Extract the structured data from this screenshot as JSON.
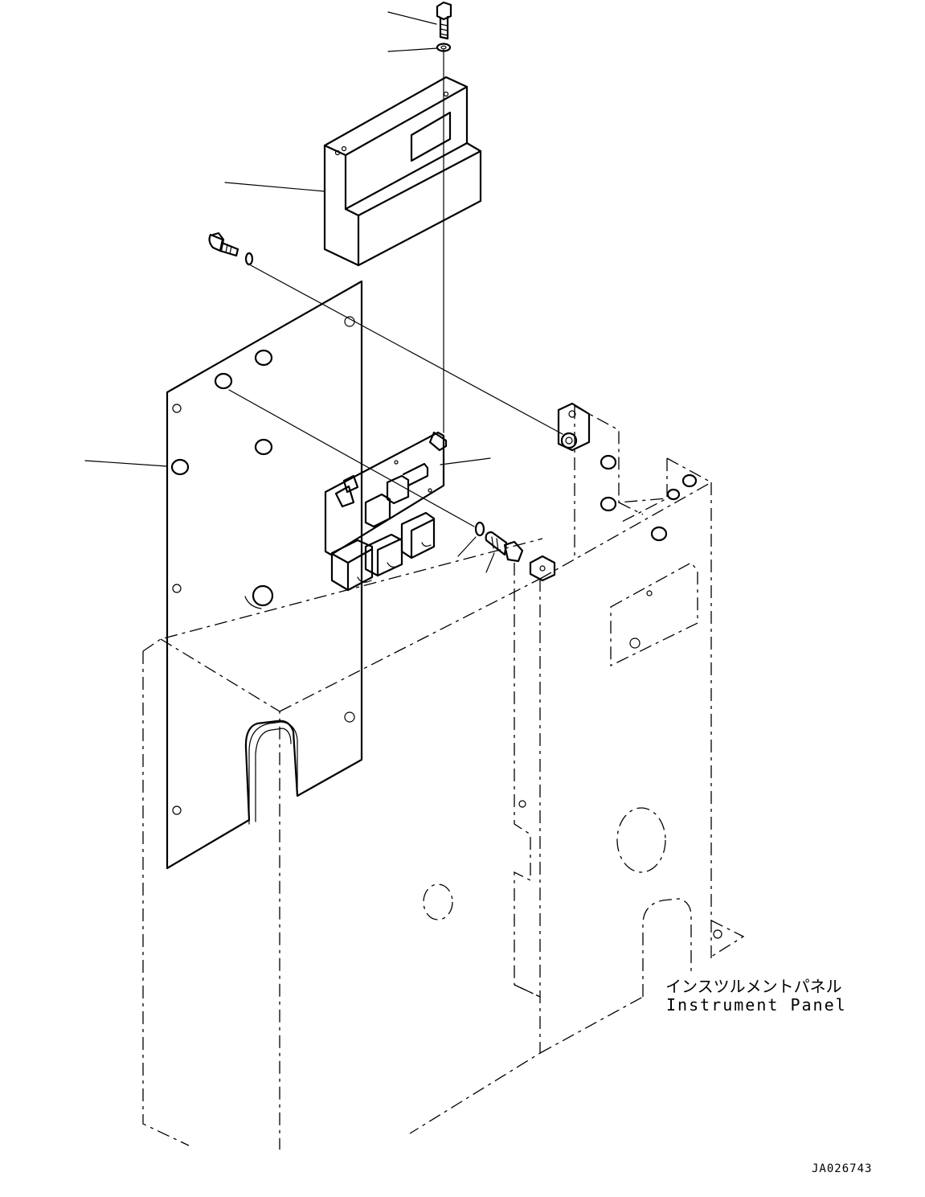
{
  "labels": {
    "panel_jp": "インスツルメントパネル",
    "panel_en": "Instrument Panel",
    "drawing_code": "JA026743"
  }
}
